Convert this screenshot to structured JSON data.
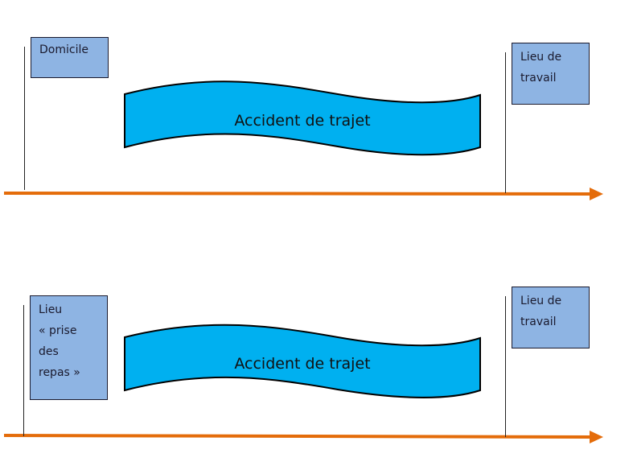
{
  "colors": {
    "timeline": "#e46c0a",
    "box_fill": "#8eb4e3",
    "banner_fill": "#00b0f0",
    "outline": "#000000"
  },
  "diagrams": [
    {
      "start_place": {
        "lines": [
          "Domicile"
        ]
      },
      "end_place": {
        "lines": [
          "Lieu de",
          "travail"
        ]
      },
      "banner": {
        "label": "Accident de trajet"
      },
      "timeline": {
        "icon": "arrow-right-icon"
      }
    },
    {
      "start_place": {
        "lines": [
          "Lieu",
          "« prise",
          "des",
          "repas »"
        ]
      },
      "end_place": {
        "lines": [
          "Lieu de",
          "travail"
        ]
      },
      "banner": {
        "label": "Accident de trajet"
      },
      "timeline": {
        "icon": "arrow-right-icon"
      }
    }
  ]
}
